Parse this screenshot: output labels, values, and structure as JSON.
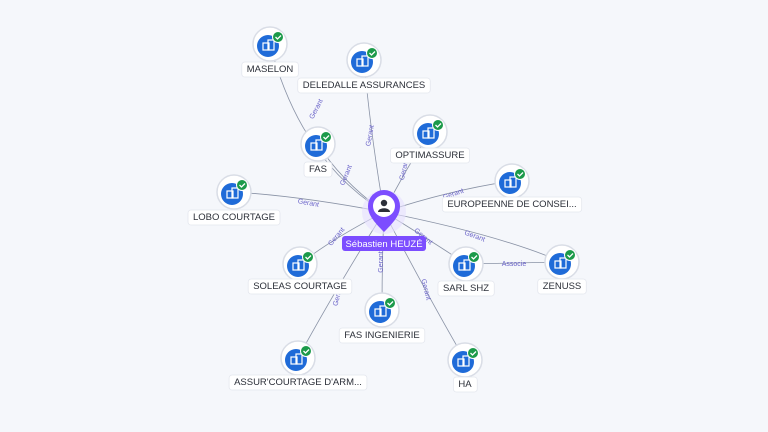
{
  "center": {
    "name": "Sébastien HEUZÉ",
    "icon": "person-icon"
  },
  "colors": {
    "edge": "#8a93a6",
    "edge_label": "#6a63c9",
    "node_bg": "#1f6bd8",
    "node_ring": "#d9dde6",
    "check": "#1c9a4a",
    "center_pin": "#7c4dff",
    "center_label_bg": "#7c4dff"
  },
  "companies": [
    {
      "id": "maselon",
      "name": "MASELON",
      "relation": "Gerant"
    },
    {
      "id": "deledalle",
      "name": "DELEDALLE ASSURANCES",
      "relation": "Gerant"
    },
    {
      "id": "fas",
      "name": "FAS",
      "relation": "Gerant"
    },
    {
      "id": "optimassure",
      "name": "OPTIMASSURE",
      "relation": "Gerant"
    },
    {
      "id": "lobo",
      "name": "LOBO COURTAGE",
      "relation": "Gerant"
    },
    {
      "id": "europeenne",
      "name": "EUROPEENNE DE CONSEI...",
      "relation": "Gerant"
    },
    {
      "id": "soleas",
      "name": "SOLEAS COURTAGE",
      "relation": "Gerant"
    },
    {
      "id": "sarlshz",
      "name": "SARL SHZ",
      "relation": "Gerant"
    },
    {
      "id": "zenuss",
      "name": "ZENUSS",
      "relation": "Gerant"
    },
    {
      "id": "fasing",
      "name": "FAS INGENIERIE",
      "relation": "Gerant"
    },
    {
      "id": "assur",
      "name": "ASSUR'COURTAGE D'ARM...",
      "relation": "Gerant"
    },
    {
      "id": "ha",
      "name": "HA",
      "relation": "Gerant"
    }
  ],
  "extra_edges": [
    {
      "from": "sarlshz",
      "to": "zenuss",
      "label": "Associe"
    }
  ],
  "icons": {
    "company": "building-icon",
    "verified": "check-badge-icon"
  }
}
